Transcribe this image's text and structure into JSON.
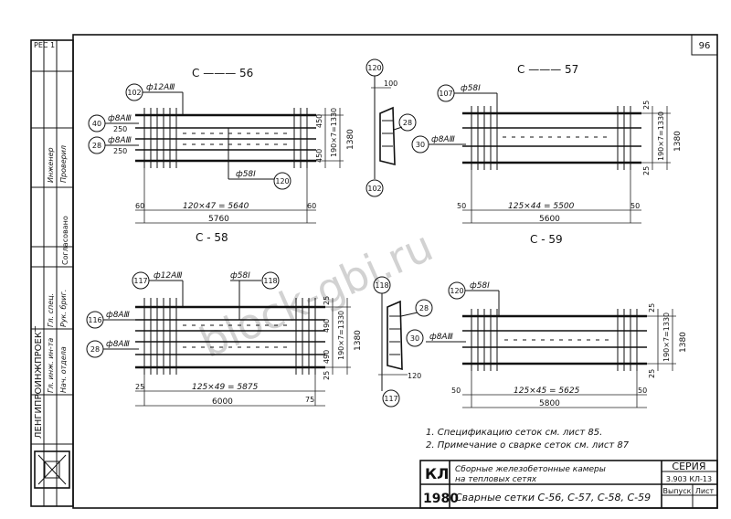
{
  "sheet": {
    "number": "96",
    "corner": "РЕС 1"
  },
  "watermark": "block-gbi.ru",
  "meshes": {
    "c56": {
      "title": "С ——— 56",
      "callouts": {
        "top_left": "102",
        "left_upper": "40",
        "left_lower": "28",
        "bottom": "120"
      },
      "bars": {
        "top": "ф12АⅢ",
        "upper": "ф8АⅢ",
        "upper_len": "250",
        "lower": "ф8АⅢ",
        "lower_len": "250",
        "cross": "ф58Ⅰ"
      },
      "right_dims": {
        "d1": "450",
        "d2": "450",
        "stack": "190×7=1330",
        "total": "1380"
      },
      "bottom_dims": {
        "left": "60",
        "span": "120×47 = 5640",
        "right": "60",
        "total": "5760"
      }
    },
    "c57": {
      "title": "С ——— 57",
      "callouts": {
        "top_left": "107",
        "left": "30"
      },
      "bars": {
        "top": "ф58Ⅰ",
        "left": "ф8АⅢ"
      },
      "right_dims": {
        "d1": "25",
        "stack": "190×7=1330",
        "total": "1380",
        "d2": "25"
      },
      "bottom_dims": {
        "left": "50",
        "span": "125×44 = 5500",
        "right": "50",
        "total": "5600"
      }
    },
    "c58": {
      "title": "С - 58",
      "callouts": {
        "top_left": "117",
        "top_right": "118",
        "left_upper": "116",
        "left_lower": "28"
      },
      "bars": {
        "top": "ф12АⅢ",
        "cross": "ф58Ⅰ",
        "upper": "ф8АⅢ",
        "lower": "ф8АⅢ"
      },
      "right_dims": {
        "d1": "25",
        "d2": "490",
        "d3": "490",
        "stack": "190×7=1330",
        "total": "1380",
        "d4": "25"
      },
      "bottom_dims": {
        "left": "25",
        "span": "125×49 = 5875",
        "right": "75",
        "total": "6000"
      }
    },
    "c59": {
      "title": "С - 59",
      "callouts": {
        "top_left": "120"
      },
      "bars": {
        "top": "ф58Ⅰ",
        "left": "ф8АⅢ"
      },
      "right_dims": {
        "d1": "25",
        "stack": "190×7=1330",
        "total": "1380",
        "d2": "25"
      },
      "bottom_dims": {
        "left": "50",
        "span": "125×45 = 5625",
        "right": "50",
        "total": "5800"
      }
    }
  },
  "sections": {
    "upper": {
      "top": "120",
      "right": "28",
      "left": "30",
      "bottom": "102",
      "dim": "100"
    },
    "lower": {
      "top": "118",
      "right": "28",
      "left": "30",
      "bottom": "117",
      "dim": "120"
    }
  },
  "notes": [
    "1. Спецификацию сеток см. лист 85.",
    "2. Примечание о сварке сеток см. лист 87"
  ],
  "title_block": {
    "code": "КЛ",
    "year": "1980",
    "desc_line1": "Сборные железобетонные камеры",
    "desc_line2": "на тепловых сетях",
    "sheet_title": "Сварные сетки  С-56, С-57, С-58, С-59",
    "series_label": "СЕРИЯ",
    "series_value": "3.903 КЛ-13",
    "issue_label": "Выпуск",
    "sheet_label": "Лист"
  },
  "side_stamp": {
    "org": "ЛЕНГИПРОИНЖПРОЕКТ",
    "agreed": "Согласовано",
    "rows": [
      "Гл. инж. ин-та",
      "Нач. отдела",
      "Гл. спец.",
      "Рук. бриг.",
      "Инженер",
      "Проверил"
    ]
  }
}
